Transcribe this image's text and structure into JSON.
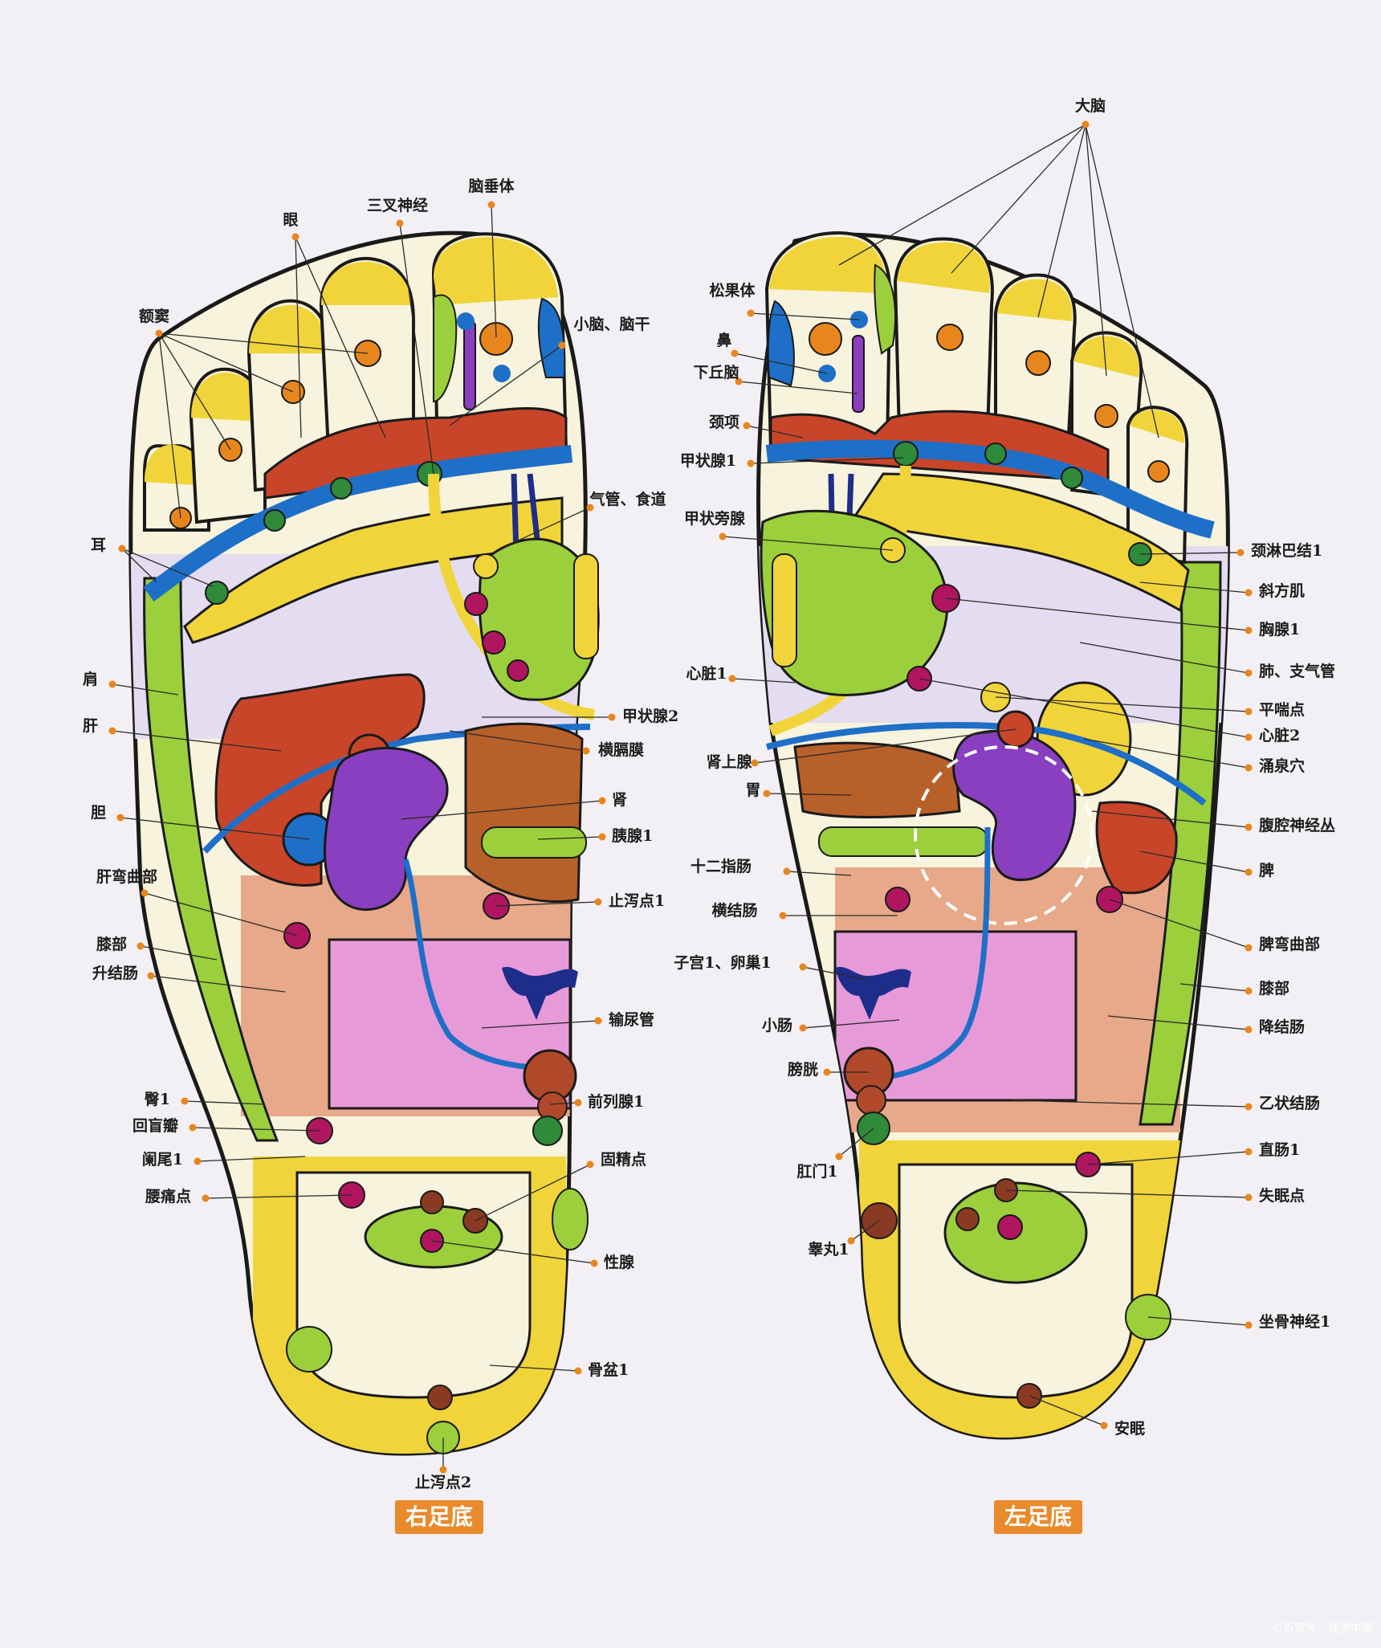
{
  "colors": {
    "outline": "#1a1a1a",
    "yellow": "#f1d43a",
    "cream": "#f7f3dc",
    "green": "#9bcf3b",
    "blue": "#1e6fc8",
    "navy": "#1f2d8a",
    "red_brown": "#c8452a",
    "brown": "#8a3a22",
    "orange_brown": "#b8602a",
    "purple": "#8a3fc0",
    "lavender": "#e4dcf0",
    "pink": "#e79ad8",
    "tan": "#e7a98a",
    "magenta": "#b01560",
    "point_orange": "#e8861e",
    "leader_dot": "#e8861e",
    "caption": "#e98a2c"
  },
  "right_foot": {
    "caption": "右足底",
    "labels": [
      {
        "id": "r-e",
        "text": "眼"
      },
      {
        "id": "r-sanchashen",
        "text": "三叉神经"
      },
      {
        "id": "r-naochuiti",
        "text": "脑垂体"
      },
      {
        "id": "r-edou",
        "text": "额窦"
      },
      {
        "id": "r-xiaonao",
        "text": "小脑、脑干"
      },
      {
        "id": "r-qiguan",
        "text": "气管、食道"
      },
      {
        "id": "r-er",
        "text": "耳"
      },
      {
        "id": "r-jian",
        "text": "肩"
      },
      {
        "id": "r-gan",
        "text": "肝"
      },
      {
        "id": "r-jiazhuangxian2",
        "text": "甲状腺2"
      },
      {
        "id": "r-hengge",
        "text": "横膈膜"
      },
      {
        "id": "r-dan",
        "text": "胆"
      },
      {
        "id": "r-shen",
        "text": "肾"
      },
      {
        "id": "r-yixian",
        "text": "胰腺1"
      },
      {
        "id": "r-ganwan",
        "text": "肝弯曲部"
      },
      {
        "id": "r-zhixie1",
        "text": "止泻点1"
      },
      {
        "id": "r-xibu",
        "text": "膝部"
      },
      {
        "id": "r-shengjiechang",
        "text": "升结肠"
      },
      {
        "id": "r-shuniaoguan",
        "text": "输尿管"
      },
      {
        "id": "r-tun",
        "text": "臀1"
      },
      {
        "id": "r-qianliexian",
        "text": "前列腺1"
      },
      {
        "id": "r-huimang",
        "text": "回盲瓣"
      },
      {
        "id": "r-lanwei",
        "text": "阑尾1"
      },
      {
        "id": "r-gujing",
        "text": "固精点"
      },
      {
        "id": "r-yaotong",
        "text": "腰痛点"
      },
      {
        "id": "r-xingxian",
        "text": "性腺"
      },
      {
        "id": "r-pengu",
        "text": "骨盆1"
      },
      {
        "id": "r-zhixie2",
        "text": "止泻点2"
      }
    ]
  },
  "left_foot": {
    "caption": "左足底",
    "labels": [
      {
        "id": "l-danao",
        "text": "大脑"
      },
      {
        "id": "l-songguoti",
        "text": "松果体"
      },
      {
        "id": "l-bi",
        "text": "鼻"
      },
      {
        "id": "l-xiaqiunao",
        "text": "下丘脑"
      },
      {
        "id": "l-jingxiang",
        "text": "颈项"
      },
      {
        "id": "l-jiazhuang1",
        "text": "甲状腺1"
      },
      {
        "id": "l-jiapang",
        "text": "甲状旁腺"
      },
      {
        "id": "l-linba",
        "text": "颈淋巴结1"
      },
      {
        "id": "l-xiefang",
        "text": "斜方肌"
      },
      {
        "id": "l-xiongxian",
        "text": "胸腺1"
      },
      {
        "id": "l-xinzang1",
        "text": "心脏1"
      },
      {
        "id": "l-fei",
        "text": "肺、支气管"
      },
      {
        "id": "l-pingchuan",
        "text": "平喘点"
      },
      {
        "id": "l-xinzang2",
        "text": "心脏2"
      },
      {
        "id": "l-shenshangxian",
        "text": "肾上腺"
      },
      {
        "id": "l-yongquan",
        "text": "涌泉穴"
      },
      {
        "id": "l-wei",
        "text": "胃"
      },
      {
        "id": "l-fuqiang",
        "text": "腹腔神经丛"
      },
      {
        "id": "l-shierzhi",
        "text": "十二指肠"
      },
      {
        "id": "l-pi",
        "text": "脾"
      },
      {
        "id": "l-hengjie",
        "text": "横结肠"
      },
      {
        "id": "l-piwan",
        "text": "脾弯曲部"
      },
      {
        "id": "l-zigong",
        "text": "子宫1、卵巢1"
      },
      {
        "id": "l-xibu",
        "text": "膝部"
      },
      {
        "id": "l-xiaochang",
        "text": "小肠"
      },
      {
        "id": "l-jiangjie",
        "text": "降结肠"
      },
      {
        "id": "l-pangguang",
        "text": "膀胱"
      },
      {
        "id": "l-yizhuang",
        "text": "乙状结肠"
      },
      {
        "id": "l-zhichang",
        "text": "直肠1"
      },
      {
        "id": "l-gangmen",
        "text": "肛门1"
      },
      {
        "id": "l-shimian",
        "text": "失眠点"
      },
      {
        "id": "l-gaowan",
        "text": "睾丸1"
      },
      {
        "id": "l-zuogu",
        "text": "坐骨神经1"
      },
      {
        "id": "l-anmian",
        "text": "安眠"
      }
    ]
  },
  "watermark": "©百家号／视觉中国"
}
